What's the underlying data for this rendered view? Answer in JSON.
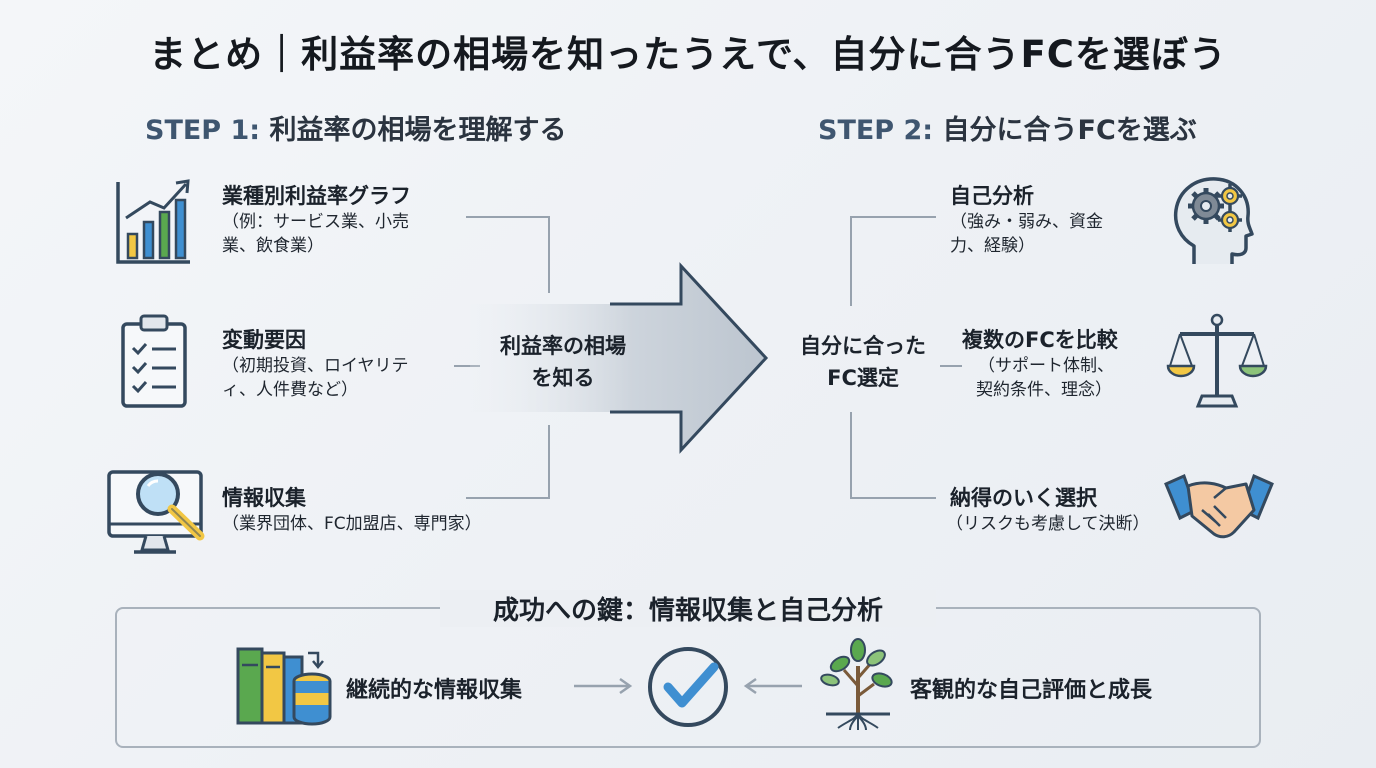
{
  "title": "まとめ｜利益率の相場を知ったうえで、自分に合うFCを選ぼう",
  "step1": {
    "label_en": "STEP 1:",
    "label_jp": "利益率の相場を理解する",
    "items": [
      {
        "title": "業種別利益率グラフ",
        "desc_lines": [
          "（例：サービス業、小売",
          "業、飲食業）"
        ],
        "icon": "bar-chart-icon"
      },
      {
        "title": "変動要因",
        "desc_lines": [
          "（初期投資、ロイヤリテ",
          "ィ、人件費など）"
        ],
        "icon": "clipboard-checklist-icon"
      },
      {
        "title": "情報収集",
        "desc_lines": [
          "（業界団体、FC加盟店、専門家）"
        ],
        "icon": "monitor-magnifier-icon"
      }
    ]
  },
  "step2": {
    "label_en": "STEP 2:",
    "label_jp": "自分に合うFCを選ぶ",
    "items": [
      {
        "title": "自己分析",
        "desc_lines": [
          "（強み・弱み、資金",
          "力、経験）"
        ],
        "icon": "head-gears-icon"
      },
      {
        "title": "複数のFCを比較",
        "desc_lines": [
          "（サポート体制、",
          "契約条件、理念）"
        ],
        "icon": "balance-scale-icon"
      },
      {
        "title": "納得のいく選択",
        "desc_lines": [
          "（リスクも考慮して決断）"
        ],
        "icon": "handshake-icon"
      }
    ]
  },
  "center": {
    "arrow_lines": [
      "利益率の相場",
      "を知る"
    ],
    "result_lines": [
      "自分に合った",
      "FC選定"
    ]
  },
  "bottom": {
    "title": "成功への鍵：情報収集と自己分析",
    "left_text": "継続的な情報収集",
    "right_text": "客観的な自己評価と成長",
    "left_icon": "books-database-icon",
    "center_icon": "check-circle-icon",
    "right_icon": "growing-tree-icon"
  },
  "colors": {
    "navy": "#34495e",
    "accent_blue": "#3f8fd1",
    "accent_green": "#5aa84f",
    "accent_yellow": "#f2c744",
    "connector_gray": "#97a2ae"
  }
}
